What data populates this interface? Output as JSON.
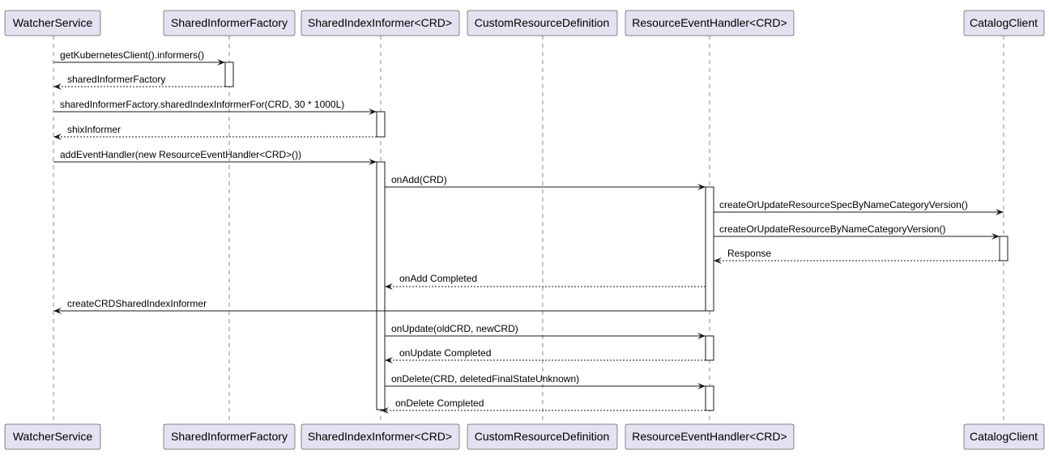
{
  "participants": [
    {
      "id": "watcher",
      "label": "WatcherService"
    },
    {
      "id": "factory",
      "label": "SharedInformerFactory"
    },
    {
      "id": "informer",
      "label": "SharedIndexInformer<CRD>"
    },
    {
      "id": "crd",
      "label": "CustomResourceDefinition"
    },
    {
      "id": "handler",
      "label": "ResourceEventHandler<CRD>"
    },
    {
      "id": "catalog",
      "label": "CatalogClient"
    }
  ],
  "messages": [
    {
      "from": "watcher",
      "to": "factory",
      "label": "getKubernetesClient().informers()",
      "kind": "call"
    },
    {
      "from": "factory",
      "to": "watcher",
      "label": "sharedInformerFactory",
      "kind": "return"
    },
    {
      "from": "watcher",
      "to": "informer",
      "label": "sharedInformerFactory.sharedIndexInformerFor(CRD, 30 * 1000L)",
      "kind": "call"
    },
    {
      "from": "informer",
      "to": "watcher",
      "label": "shixInformer",
      "kind": "return"
    },
    {
      "from": "watcher",
      "to": "informer",
      "label": "addEventHandler(new ResourceEventHandler<CRD>())",
      "kind": "call"
    },
    {
      "from": "informer",
      "to": "handler",
      "label": "onAdd(CRD)",
      "kind": "call"
    },
    {
      "from": "handler",
      "to": "catalog",
      "label": "createOrUpdateResourceSpecByNameCategoryVersion()",
      "kind": "call"
    },
    {
      "from": "handler",
      "to": "catalog",
      "label": "createOrUpdateResourceByNameCategoryVersion()",
      "kind": "call"
    },
    {
      "from": "catalog",
      "to": "handler",
      "label": "Response",
      "kind": "return"
    },
    {
      "from": "handler",
      "to": "informer",
      "label": "onAdd Completed",
      "kind": "return"
    },
    {
      "from": "handler",
      "to": "watcher",
      "label": "createCRDSharedIndexInformer",
      "kind": "call"
    },
    {
      "from": "informer",
      "to": "handler",
      "label": "onUpdate(oldCRD, newCRD)",
      "kind": "call"
    },
    {
      "from": "handler",
      "to": "informer",
      "label": "onUpdate Completed",
      "kind": "return"
    },
    {
      "from": "informer",
      "to": "handler",
      "label": "onDelete(CRD, deletedFinalStateUnknown)",
      "kind": "call"
    },
    {
      "from": "handler",
      "to": "informer",
      "label": "onDelete Completed",
      "kind": "return"
    }
  ],
  "colors": {
    "participant_fill": "#e2e2f0",
    "line": "#181818",
    "background": "#ffffff"
  }
}
